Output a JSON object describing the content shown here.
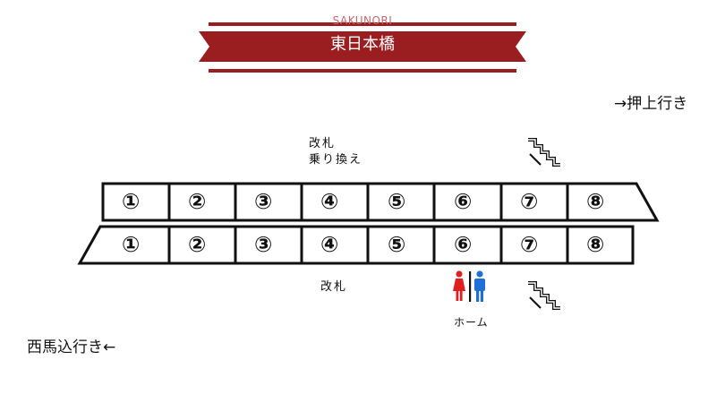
{
  "brand": "SAKUNORI",
  "station_name": "東日本橋",
  "directions": {
    "right": "→押上行き",
    "left": "西馬込行き←"
  },
  "upper_labels": [
    "改札",
    "乗り換え"
  ],
  "lower_labels": {
    "gate": "改札",
    "restroom_caption": "ホーム"
  },
  "cars_upper": [
    "①",
    "②",
    "③",
    "④",
    "⑤",
    "⑥",
    "⑦",
    "⑧"
  ],
  "cars_lower": [
    "①",
    "②",
    "③",
    "④",
    "⑤",
    "⑥",
    "⑦",
    "⑧"
  ],
  "icons": [
    "stairs-icon",
    "stairs-icon",
    "male-female-restroom-icon"
  ],
  "colors": {
    "banner": "#9a1d20",
    "female": "#e02020",
    "male": "#1f6fd6"
  }
}
